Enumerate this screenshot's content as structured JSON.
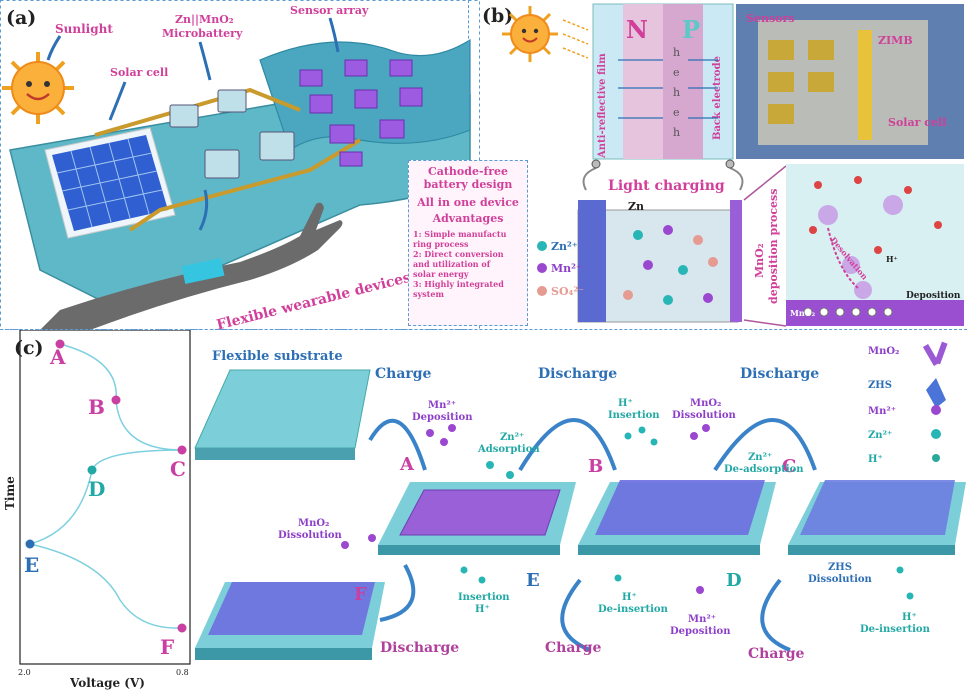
{
  "panels": {
    "a": {
      "tag": "(a)",
      "labels": {
        "sunlight": "Sunlight",
        "solar_cell": "Solar cell",
        "battery": "Zn||MnO₂",
        "battery2": "Microbattery",
        "sensor_array": "Sensor array",
        "wearable": "Flexible wearable devices"
      },
      "design_box": {
        "title1": "Cathode-free",
        "title2": "battery design",
        "line2": "All in one device",
        "advantages": "Advantages",
        "items": [
          "1: Simple manufactu",
          "ring process",
          "2: Direct conversion",
          "and utilization of",
          "solar energy",
          "3: Highly integrated",
          "system"
        ]
      }
    },
    "b": {
      "tag": "(b)",
      "n": "N",
      "p": "P",
      "film": "Anti-reflective film",
      "electrode": "Back electrode",
      "carriers": [
        "h",
        "e",
        "h",
        "e",
        "h"
      ],
      "light_charging": "Light charging",
      "zn": "Zn",
      "ions": [
        "Zn²⁺",
        "Mn²⁺",
        "SO₄²⁻"
      ],
      "photo": {
        "sensors": "Sensors",
        "zimb": "ZIMB",
        "solar": "Solar cell"
      },
      "deposition_process": "MnO₂",
      "deposition_process2": "deposition process",
      "desolvation": "Desolvation",
      "deposition": "Deposition",
      "mno2": "MnO₂",
      "hplus": "H⁺"
    },
    "c": {
      "tag": "(c)",
      "chart": {
        "ylabel": "Time",
        "xlabel": "Voltage (V)",
        "xticks": [
          "2.0",
          "0.8"
        ],
        "points": [
          "A",
          "B",
          "C",
          "D",
          "E",
          "F"
        ]
      },
      "substrate": "Flexible substrate",
      "steps": [
        "Charge",
        "Discharge",
        "Discharge",
        "Discharge",
        "Charge",
        "Charge"
      ],
      "annotations": {
        "mn_dep": "Mn²⁺",
        "deposition": "Deposition",
        "zn_ads": "Zn²⁺",
        "adsorption": "Adsorption",
        "h_ins": "H⁺",
        "insertion": "Insertion",
        "mno2_dis": "MnO₂",
        "dissolution": "Dissolution",
        "zn_deads": "Zn²⁺",
        "de_adsorption": "De-adsorption",
        "mno2_dis2": "MnO₂",
        "dissolution2": "Dissolution",
        "insertion2": "Insertion",
        "h2": "H⁺",
        "de_insertion": "De-insertion",
        "h3": "H⁺",
        "mn_dep2": "Mn²⁺",
        "deposition2": "Deposition",
        "zhs": "ZHS",
        "zhs_dis": "Dissolution",
        "h4": "H⁺",
        "de_insertion2": "De-insertion"
      },
      "legend": [
        {
          "label": "MnO₂",
          "color": "#9b59d6"
        },
        {
          "label": "ZHS",
          "color": "#4a74d8"
        },
        {
          "label": "Mn²⁺",
          "color": "#9a48d0"
        },
        {
          "label": "Zn²⁺",
          "color": "#27b5b5"
        },
        {
          "label": "H⁺",
          "color": "#2aa89a"
        }
      ],
      "letters": [
        "A",
        "B",
        "C",
        "D",
        "E",
        "F"
      ]
    }
  },
  "colors": {
    "pink": "#d13f9a",
    "blue": "#2d6fb5",
    "teal": "#22a9a5",
    "purple": "#8d3fc9",
    "cyan": "#5ec7c7"
  }
}
